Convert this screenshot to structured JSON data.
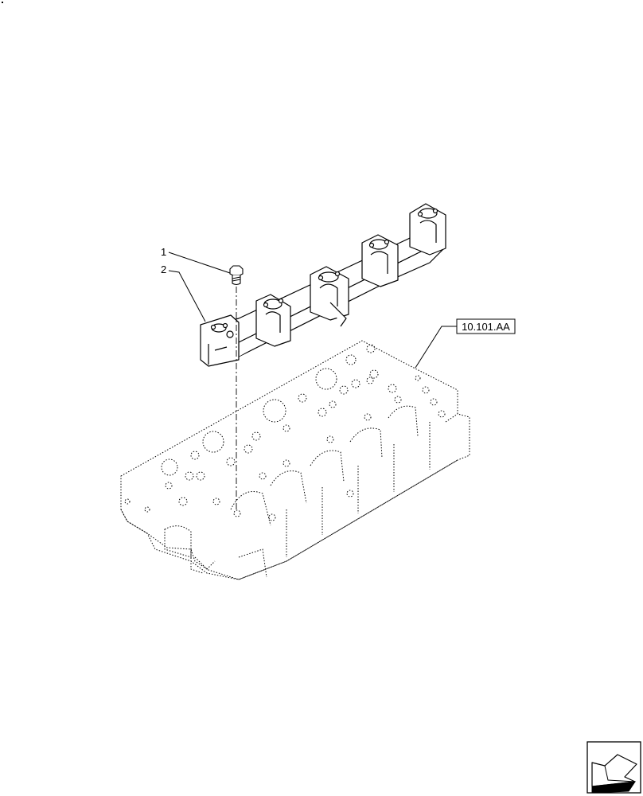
{
  "callouts": {
    "item_1": "1",
    "item_2": "2",
    "reference": "10.101.AA"
  },
  "nav": {
    "icon": "back-arrow-icon"
  },
  "colors": {
    "line": "#000000",
    "background": "#ffffff"
  }
}
